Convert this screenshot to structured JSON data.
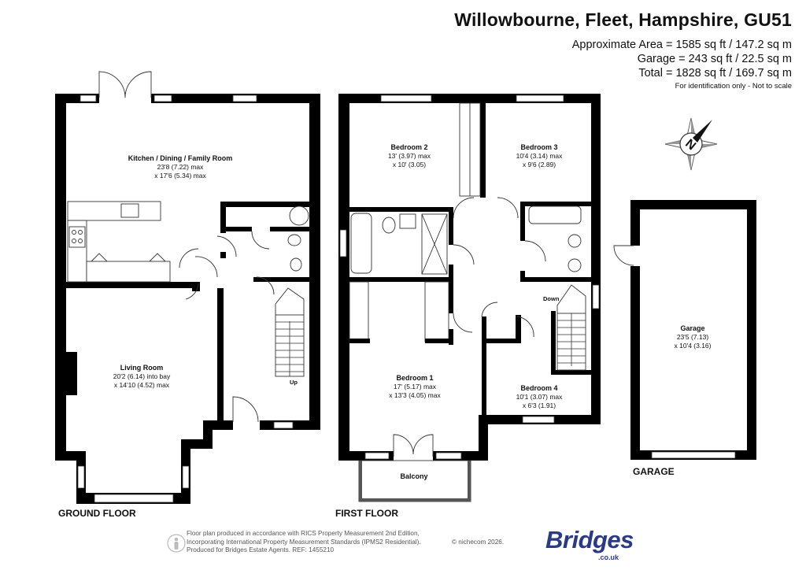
{
  "header": {
    "title": "Willowbourne, Fleet, Hampshire, GU51",
    "approx_area": "Approximate Area = 1585 sq ft / 147.2 sq m",
    "garage_area": "Garage = 243 sq ft / 22.5 sq m",
    "total_area": "Total = 1828 sq ft / 169.7 sq m",
    "identification": "For identification only - Not to scale"
  },
  "compass": {
    "letter": "N",
    "icon": "compass-rose-icon"
  },
  "floors": {
    "ground": "GROUND FLOOR",
    "first": "FIRST FLOOR",
    "garage": "GARAGE"
  },
  "rooms": {
    "kitchen": {
      "name": "Kitchen / Dining / Family Room",
      "dim1": "23'8 (7.22) max",
      "dim2": "x 17'6 (5.34) max"
    },
    "living": {
      "name": "Living Room",
      "dim1": "20'2 (6.14) into bay",
      "dim2": "x 14'10 (4.52) max"
    },
    "bedroom1": {
      "name": "Bedroom 1",
      "dim1": "17' (5.17) max",
      "dim2": "x 13'3 (4.05) max"
    },
    "bedroom2": {
      "name": "Bedroom 2",
      "dim1": "13' (3.97) max",
      "dim2": "x 10' (3.05)"
    },
    "bedroom3": {
      "name": "Bedroom 3",
      "dim1": "10'4 (3.14) max",
      "dim2": "x 9'6 (2.89)"
    },
    "bedroom4": {
      "name": "Bedroom 4",
      "dim1": "10'1 (3.07) max",
      "dim2": "x 6'3 (1.91)"
    },
    "garage": {
      "name": "Garage",
      "dim1": "23'5 (7.13)",
      "dim2": "x 10'4 (3.16)"
    },
    "balcony": {
      "name": "Balcony"
    }
  },
  "stairs": {
    "up": "Up",
    "down": "Down"
  },
  "footer": {
    "line1": "Floor plan produced in accordance with RICS Property Measurement 2nd Edition,",
    "line2": "Incorporating International Property Measurement Standards (IPMS2 Residential).",
    "line3": "Produced for Bridges Estate Agents.   REF: 1455210",
    "copyright": "© nichecom 2026.",
    "brand": "Bridges",
    "brand_domain": ".co.uk"
  },
  "colors": {
    "walls": "#000000",
    "brand": "#2b3a86",
    "footer_text": "#555555"
  }
}
